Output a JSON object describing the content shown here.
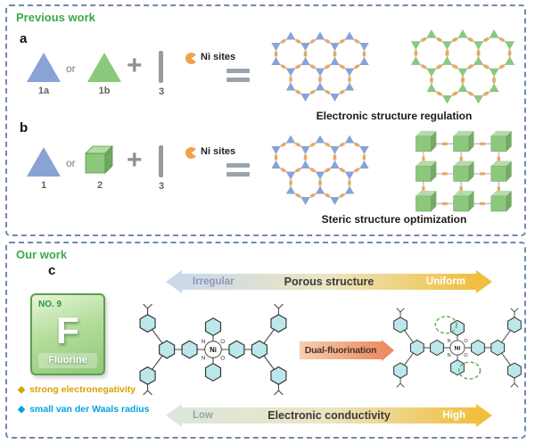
{
  "previous_work": {
    "title": "Previous work",
    "row_a": {
      "panel_label": "a",
      "monomer1_label": "1a",
      "or_label": "or",
      "monomer2_label": "1b",
      "plus_sign": "+",
      "linker_label": "3",
      "ni_sites_label": "Ni sites",
      "equals_sign": "=",
      "caption": "Electronic structure regulation"
    },
    "row_b": {
      "panel_label": "b",
      "monomer1_label": "1",
      "or_label": "or",
      "monomer2_label": "2",
      "plus_sign": "+",
      "linker_label": "3",
      "ni_sites_label": "Ni sites",
      "equals_sign": "=",
      "caption": "Steric structure optimization"
    },
    "colors": {
      "monomer_blue": "#8aa3d4",
      "monomer_green": "#8cc87c",
      "linker_orange": "#eda75c"
    }
  },
  "our_work": {
    "title": "Our work",
    "panel_label": "c",
    "element_card": {
      "number": "NO. 9",
      "symbol": "F",
      "name": "Fluorine"
    },
    "bullet_icon": "◆",
    "bullets": [
      {
        "text": "strong electronegativity",
        "color": "#d7a204"
      },
      {
        "text": "small van der Waals radius",
        "color": "#00a3df"
      }
    ],
    "top_axis": {
      "left": "Irregular",
      "center": "Porous structure",
      "right": "Uniform"
    },
    "bottom_axis": {
      "left": "Low",
      "center": "Electronic conductivity",
      "right": "High"
    },
    "transformation_label": "Dual-fluorination",
    "atom_labels": {
      "ni": "Ni",
      "n": "N",
      "o": "O"
    },
    "accent_colors": {
      "title_green": "#3ba94c",
      "axis_gradient_end": "#f0bf3f",
      "fluorination_arrow": "#ec8e63",
      "ring_cyan": "#bce8ec",
      "highlight_green": "#66b35a"
    }
  }
}
